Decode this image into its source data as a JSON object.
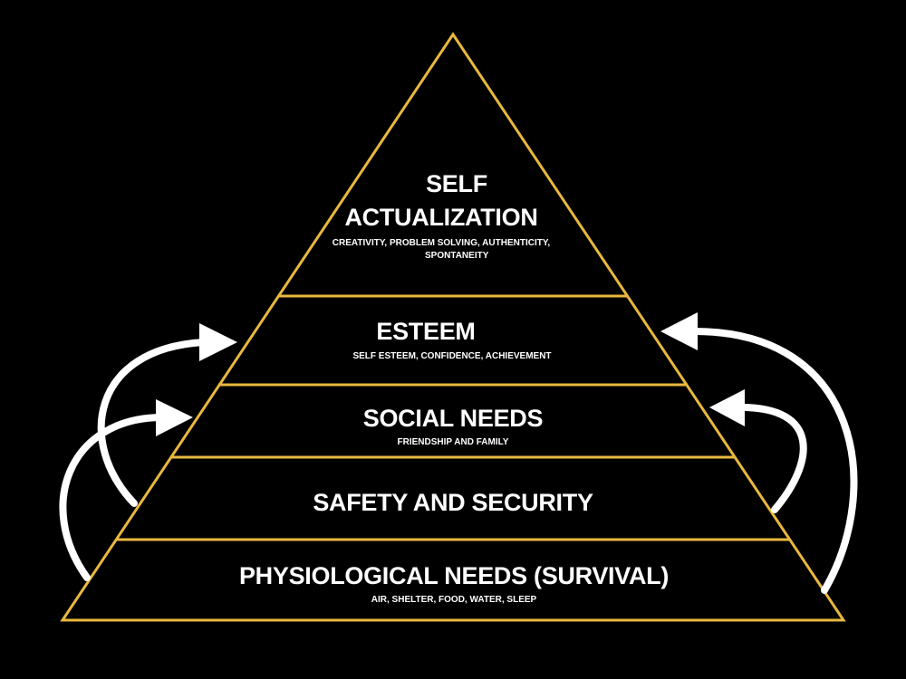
{
  "colors": {
    "background": "#000000",
    "outline": "#e8b83e",
    "text": "#ffffff",
    "arrow": "#ffffff"
  },
  "pyramid": {
    "tiers": [
      {
        "id": "self-actualization",
        "title_line1": "SELF",
        "title_line2": "ACTUALIZATION",
        "subtitle_line1": "CREATIVITY, PROBLEM SOLVING, AUTHENTICITY,",
        "subtitle_line2": "SPONTANEITY"
      },
      {
        "id": "esteem",
        "title": "ESTEEM",
        "subtitle": "SELF ESTEEM, CONFIDENCE, ACHIEVEMENT"
      },
      {
        "id": "social-needs",
        "title": "SOCIAL NEEDS",
        "subtitle": "FRIENDSHIP AND FAMILY"
      },
      {
        "id": "safety-and-security",
        "title": "SAFETY AND SECURITY"
      },
      {
        "id": "physiological-needs",
        "title": "PHYSIOLOGICAL NEEDS (SURVIVAL)",
        "subtitle": "AIR, SHELTER, FOOD, WATER, SLEEP"
      }
    ]
  },
  "arrows": [
    {
      "id": "left-outer",
      "from": "safety-and-security",
      "to": "esteem",
      "side": "left"
    },
    {
      "id": "left-inner",
      "from": "physiological-needs",
      "to": "social-needs",
      "side": "left"
    },
    {
      "id": "right-outer",
      "from": "physiological-needs",
      "to": "esteem",
      "side": "right"
    },
    {
      "id": "right-inner",
      "from": "safety-and-security",
      "to": "social-needs",
      "side": "right"
    }
  ]
}
